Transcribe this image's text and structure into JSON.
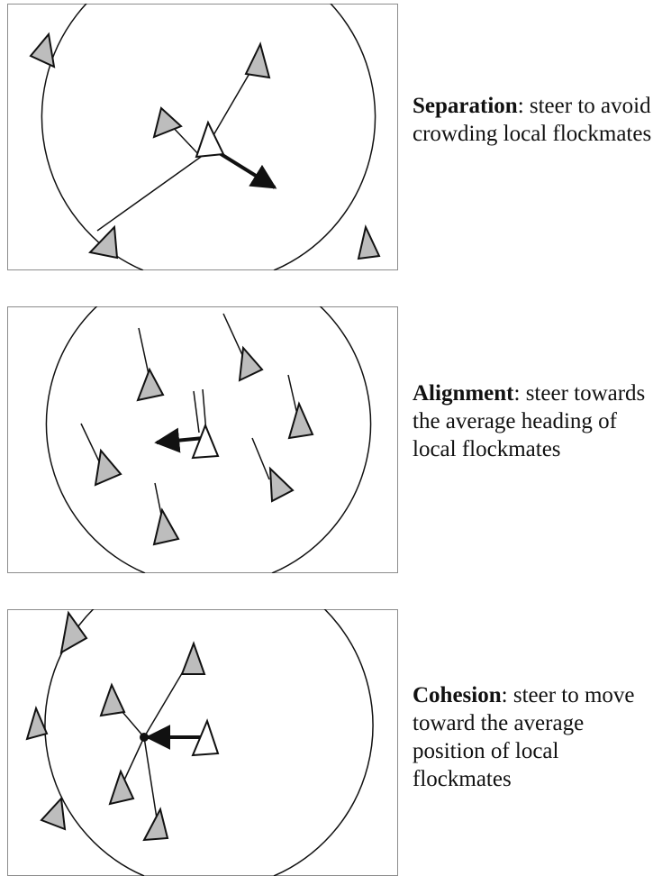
{
  "colors": {
    "frame": "#8c8c8c",
    "boid_fill": "#bdbdbd",
    "focus_fill": "#ffffff",
    "stroke": "#111111"
  },
  "rules": [
    {
      "id": "separation",
      "term": "Separation",
      "text": ": steer to avoid crowding local flockmates"
    },
    {
      "id": "alignment",
      "term": "Alignment",
      "text": ": steer towards the average heading of local flockmates"
    },
    {
      "id": "cohesion",
      "term": "Cohesion",
      "text": ": steer to move toward the average position of local flockmates"
    }
  ]
}
